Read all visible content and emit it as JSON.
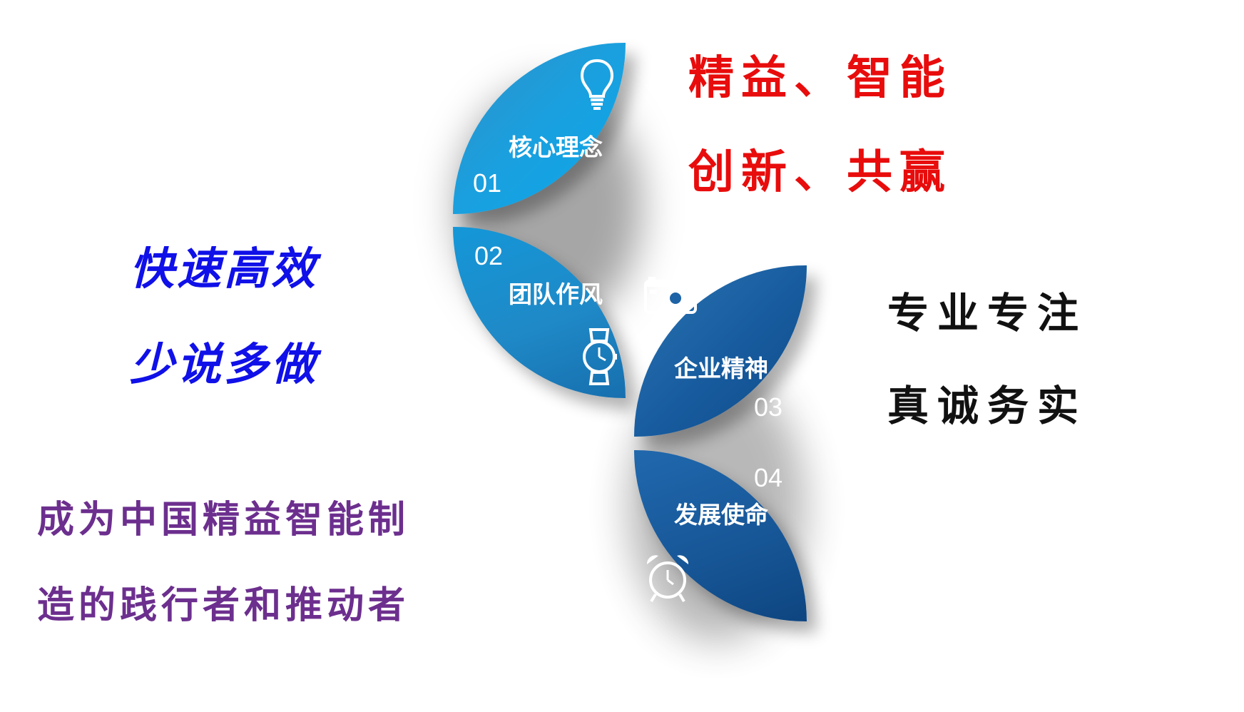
{
  "items": [
    {
      "title": "核心理念",
      "number": "01",
      "icon": "lightbulb-icon"
    },
    {
      "title": "团队作风",
      "number": "02",
      "icon": "watch-icon"
    },
    {
      "title": "企业精神",
      "number": "03",
      "icon": "camera-icon"
    },
    {
      "title": "发展使命",
      "number": "04",
      "icon": "alarm-clock-icon"
    }
  ],
  "slogans": {
    "core_line1": "精益、智能",
    "core_line2": "创新、共赢",
    "team_line1": "快速高效",
    "team_line2": "少说多做",
    "spirit_line1": "专业专注",
    "spirit_line2": "真诚务实",
    "mission_line1": "成为中国精益智能制",
    "mission_line2": "造的践行者和推动者"
  },
  "colors": {
    "core": "#e80c0c",
    "team": "#1010e8",
    "spirit": "#111111",
    "mission": "#6c2f8e"
  }
}
